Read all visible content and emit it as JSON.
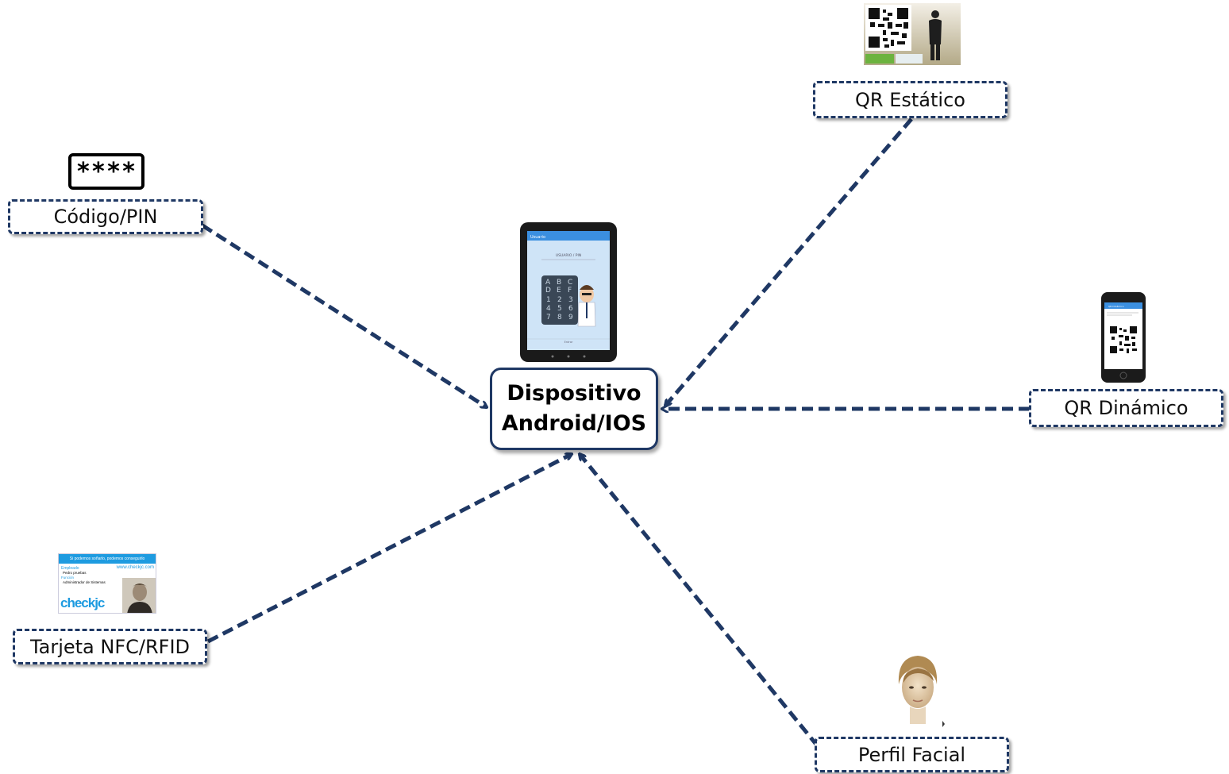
{
  "center": {
    "line1": "Dispositivo",
    "line2": "Android/IOS"
  },
  "nodes": {
    "pin": "Código/PIN",
    "qr_static": "QR Estático",
    "qr_dynamic": "QR Dinámico",
    "nfc": "Tarjeta NFC/RFID",
    "face": "Perfil Facial"
  },
  "pin_symbol": "****",
  "tablet": {
    "header": "Usuario",
    "prompt": "USUARIO / PIN",
    "keys": [
      "A",
      "B",
      "C",
      "D",
      "E",
      "F",
      "1",
      "2",
      "3",
      "4",
      "5",
      "6",
      "7",
      "8",
      "9"
    ],
    "button": "Entrar"
  },
  "phone": {
    "header": "QR Dinámico"
  },
  "nfc_card": {
    "slogan": "Si podemos soñarlo, podemos conseguirlo",
    "url": "www.checkjc.com",
    "role1": "Empleado",
    "name": "Pedro pruebas",
    "role2": "Función",
    "job": "Administrador de Sistemas",
    "logo": "checkjc"
  },
  "colors": {
    "arrow": "#1f3864",
    "border": "#1f3864"
  }
}
